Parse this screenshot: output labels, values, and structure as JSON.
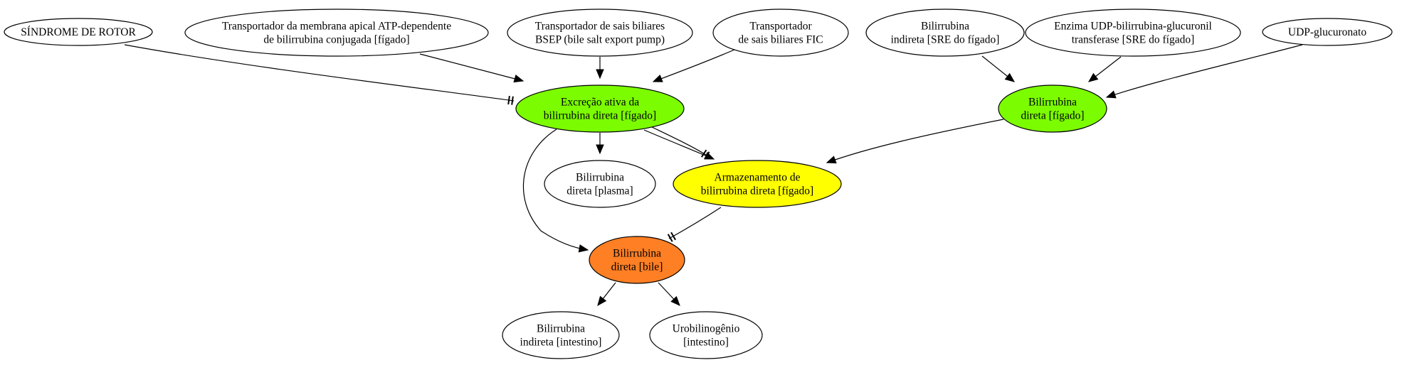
{
  "nodes": {
    "sindrome_rotor": {
      "lines": [
        "SÍNDROME DE ROTOR"
      ],
      "fill": "#ffffff"
    },
    "transportador_atp": {
      "lines": [
        "Transportador da membrana apical ATP-dependente",
        "de bilirrubina conjugada [fígado]"
      ],
      "fill": "#ffffff"
    },
    "bsep": {
      "lines": [
        "Transportador de sais biliares",
        "BSEP (bile salt export pump)"
      ],
      "fill": "#ffffff"
    },
    "fic": {
      "lines": [
        "Transportador",
        "de sais biliares FIC"
      ],
      "fill": "#ffffff"
    },
    "bilirrubina_indireta_sre": {
      "lines": [
        "Bilirrubina",
        "indireta [SRE do fígado]"
      ],
      "fill": "#ffffff"
    },
    "enzima_udp": {
      "lines": [
        "Enzima UDP-bilirrubina-glucuronil",
        "transferase [SRE do fígado]"
      ],
      "fill": "#ffffff"
    },
    "udp_glucuronato": {
      "lines": [
        "UDP-glucuronato"
      ],
      "fill": "#ffffff"
    },
    "excrecao_ativa": {
      "lines": [
        "Excreção ativa da",
        "bilirrubina direta [fígado]"
      ],
      "fill": "#7cfc00"
    },
    "bilirrubina_direta_figado": {
      "lines": [
        "Bilirrubina",
        "direta [fígado]"
      ],
      "fill": "#7cfc00"
    },
    "bilirrubina_direta_plasma": {
      "lines": [
        "Bilirrubina",
        "direta [plasma]"
      ],
      "fill": "#ffffff"
    },
    "armazenamento": {
      "lines": [
        "Armazenamento de",
        "bilirrubina direta [fígado]"
      ],
      "fill": "#ffff00"
    },
    "bilirrubina_direta_bile": {
      "lines": [
        "Bilirrubina",
        "direta [bile]"
      ],
      "fill": "#ff7f24"
    },
    "bilirrubina_indireta_intestino": {
      "lines": [
        "Bilirrubina",
        "indireta [intestino]"
      ],
      "fill": "#ffffff"
    },
    "urobilinogenio": {
      "lines": [
        "Urobilinogênio",
        "[intestino]"
      ],
      "fill": "#ffffff"
    }
  },
  "edges": [
    {
      "from": "sindrome_rotor",
      "to": "excrecao_ativa",
      "type": "inhibit"
    },
    {
      "from": "transportador_atp",
      "to": "excrecao_ativa",
      "type": "activate"
    },
    {
      "from": "bsep",
      "to": "excrecao_ativa",
      "type": "activate"
    },
    {
      "from": "fic",
      "to": "excrecao_ativa",
      "type": "activate"
    },
    {
      "from": "bilirrubina_indireta_sre",
      "to": "bilirrubina_direta_figado",
      "type": "activate"
    },
    {
      "from": "enzima_udp",
      "to": "bilirrubina_direta_figado",
      "type": "activate"
    },
    {
      "from": "udp_glucuronato",
      "to": "bilirrubina_direta_figado",
      "type": "activate"
    },
    {
      "from": "excrecao_ativa",
      "to": "bilirrubina_direta_plasma",
      "type": "activate"
    },
    {
      "from": "excrecao_ativa",
      "to": "armazenamento",
      "type": "activate"
    },
    {
      "from": "excrecao_ativa",
      "to": "armazenamento",
      "type": "inhibit"
    },
    {
      "from": "excrecao_ativa",
      "to": "bilirrubina_direta_bile",
      "type": "activate"
    },
    {
      "from": "bilirrubina_direta_figado",
      "to": "armazenamento",
      "type": "activate"
    },
    {
      "from": "armazenamento",
      "to": "bilirrubina_direta_bile",
      "type": "inhibit"
    },
    {
      "from": "bilirrubina_direta_bile",
      "to": "bilirrubina_indireta_intestino",
      "type": "activate"
    },
    {
      "from": "bilirrubina_direta_bile",
      "to": "urobilinogenio",
      "type": "activate"
    }
  ]
}
